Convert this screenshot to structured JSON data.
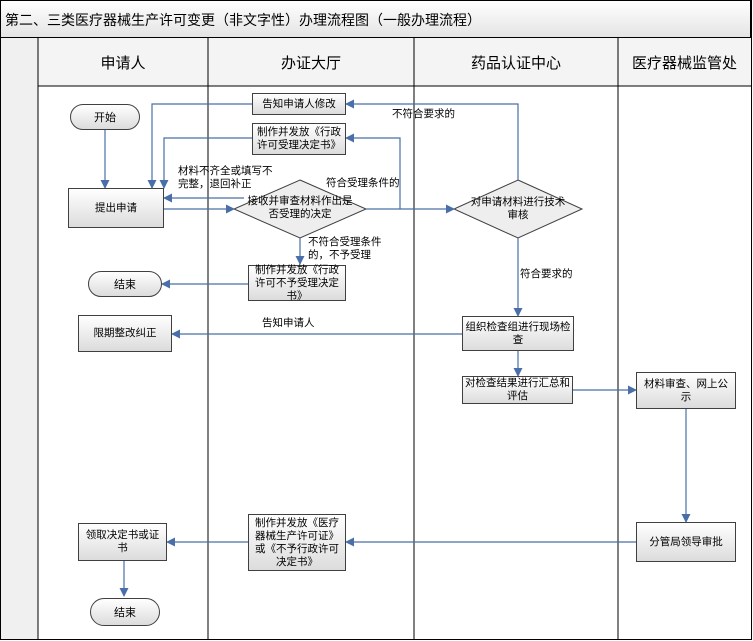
{
  "title": "第二、三类医疗器械生产许可变更（非文字性）办理流程图（一般办理流程）",
  "lanes": [
    "申请人",
    "办证大厅",
    "药品认证中心",
    "医疗器械监管处"
  ],
  "nodes": {
    "start": "开始",
    "end1": "结束",
    "end2": "结束",
    "submit": "提出申请",
    "rectify": "限期整改纠正",
    "collect": "领取决定书或证书",
    "notify_modify": "告知申请人修改",
    "issue_accept": "制作并发放《行政许可受理决定书》",
    "review_decision": "接收并审查材料作出是否受理的决定",
    "issue_reject": "制作并发放《行政许可不予受理决定书》",
    "issue_license": "制作并发放《医疗器械生产许可证》或《不予行政许可决定书》",
    "tech_review": "对申请材料进行技术审核",
    "inspect": "组织检查组进行现场检查",
    "summarize": "对检查结果进行汇总和评估",
    "public": "材料审查、网上公示",
    "approve": "分管局领导审批"
  },
  "labels": {
    "not_meet": "不符合要求的",
    "incomplete": "材料不齐全或填写不完整，退回补正",
    "meet_accept": "符合受理条件的",
    "not_accept": "不符合受理条件的，不予受理",
    "meet": "符合要求的",
    "notify": "告知申请人"
  }
}
